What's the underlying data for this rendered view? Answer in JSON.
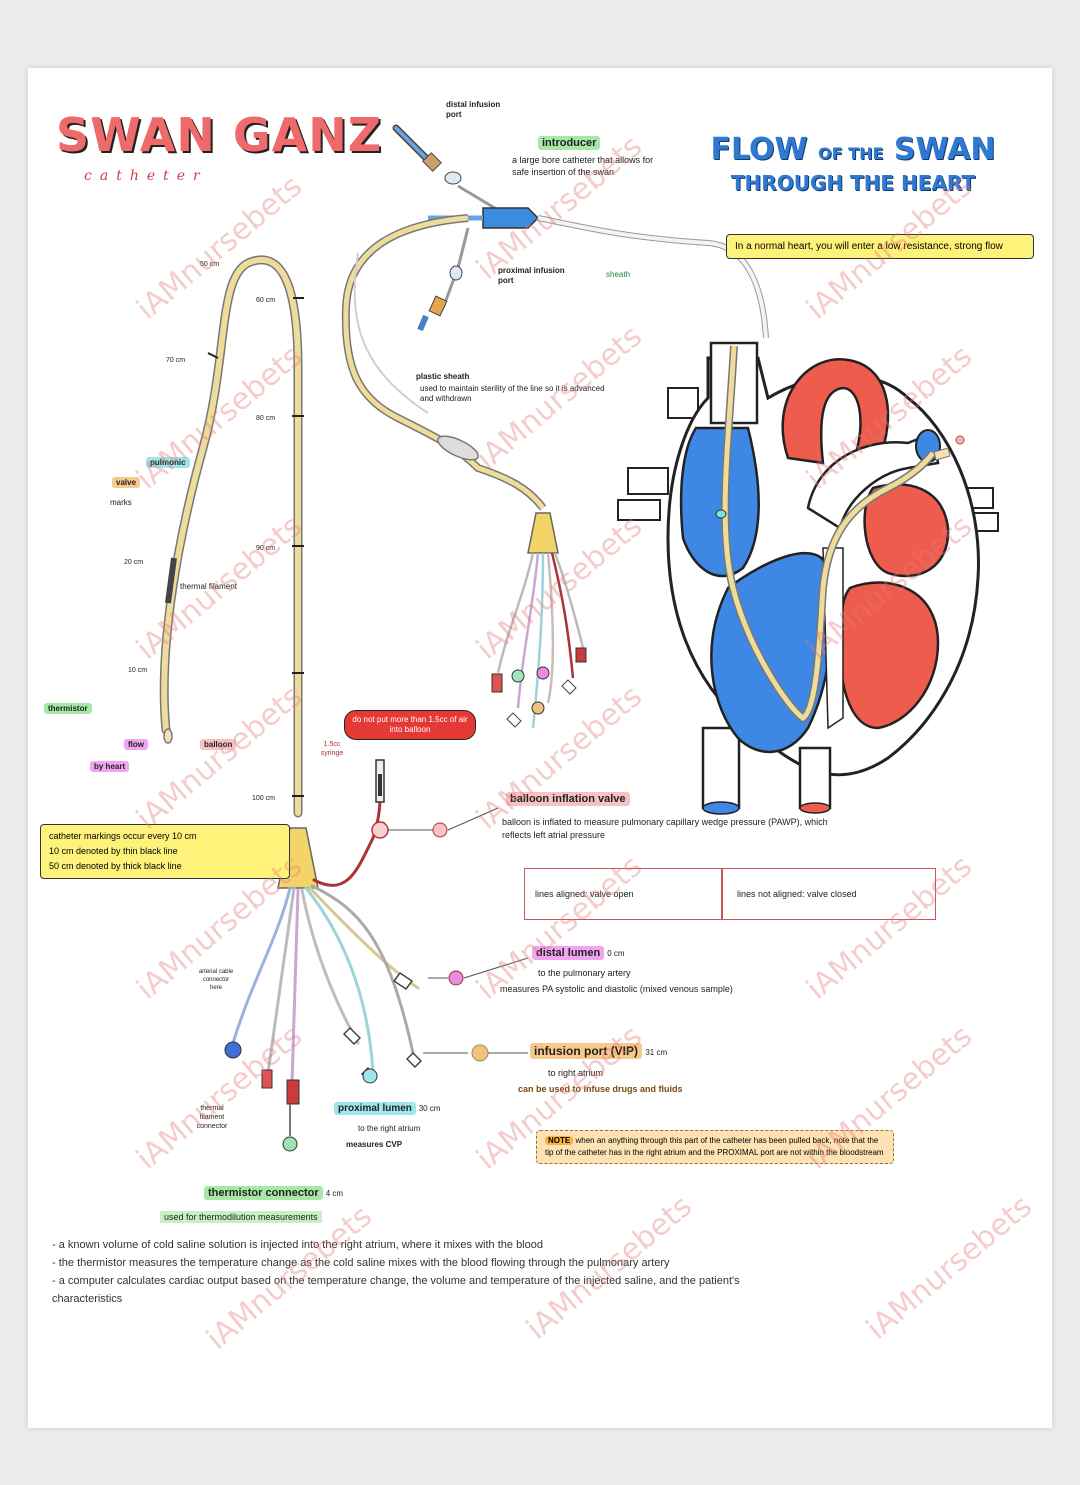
{
  "title": {
    "main": "SWAN GANZ",
    "sub": "catheter"
  },
  "flow": {
    "line1_big": "FLOW",
    "line1_small": "OF THE",
    "line1_end": "SWAN",
    "line2": "THROUGH THE HEART",
    "note": "In a normal heart, you will enter a low resistance, strong flow"
  },
  "introducer": {
    "label": "introducer",
    "desc": "a large bore catheter that allows for safe insertion of the swan",
    "distal_port": "distal infusion port",
    "proximal_port": "proximal infusion port",
    "sheath": "sheath"
  },
  "sleeve": {
    "label": "plastic sheath",
    "desc": "used to maintain sterility of the line so it is advanced and withdrawn"
  },
  "markings": [
    "50 cm",
    "60 cm",
    "70 cm",
    "80 cm",
    "90 cm",
    "100 cm"
  ],
  "left_labels": {
    "pulmonic": "pulmonic",
    "valve": "valve",
    "marks": "marks",
    "cm20": "20 cm",
    "thermal": "thermal filament",
    "cm10": "10 cm",
    "thermistor": "thermistor",
    "flow_label": "flow",
    "by_heart": "by heart",
    "balloon": "balloon"
  },
  "markings_box": {
    "line1": "catheter markings occur every 10 cm",
    "line2": "10 cm denoted by thin black line",
    "line3": "50 cm denoted by thick black line"
  },
  "balloon_warning": "do not put more than 1.5cc of air into balloon",
  "syringe_label": "1.5cc syringe",
  "balloon_valve": {
    "title": "balloon inflation valve",
    "desc": "balloon is inflated to measure pulmonary capillary wedge pressure (PAWP), which reflects left atrial pressure",
    "cell1": "lines aligned: valve open",
    "cell2": "lines not aligned: valve closed"
  },
  "distal_lumen": {
    "title": "distal lumen",
    "suffix": "0 cm",
    "line1": "to the pulmonary artery",
    "line2": "measures PA systolic and diastolic (mixed venous sample)"
  },
  "infusion_port": {
    "title": "infusion port (VIP)",
    "suffix": "31 cm",
    "line1": "to right atrium",
    "line2": "can be used to infuse drugs and fluids"
  },
  "note_box": {
    "label": "NOTE",
    "text": "when an anything through this part of the catheter has been pulled back, note that the tip of the catheter has in the right atrium and the PROXIMAL port are not within the bloodstream"
  },
  "proximal_lumen": {
    "title": "proximal lumen",
    "suffix": "30 cm",
    "line1": "to the right atrium",
    "line2": "measures CVP"
  },
  "small_labels": {
    "arterial": "arterial cable connector here",
    "thermal": "thermal filament connector"
  },
  "thermistor": {
    "title": "thermistor connector",
    "suffix": "4 cm",
    "subtitle": "used for thermodilution measurements"
  },
  "bullets": [
    "a known volume of cold saline solution is injected into the right atrium, where it mixes with the blood",
    "the thermistor measures the temperature change as the cold saline mixes with the blood flowing through the pulmonary artery",
    "a computer calculates cardiac output based on the temperature change, the volume and temperature of the injected saline, and the patient's characteristics"
  ],
  "watermark": "iAMnursebets",
  "colors": {
    "catheter": "#eedc9a",
    "heart_red": "#ee5c4e",
    "heart_blue": "#3e87e4",
    "green_hl": "#a6e8a6",
    "yellow_box": "#fff27a",
    "red_pill": "#e53935",
    "orange_hl": "#f8c98a",
    "pink_hl": "#f0a4f2",
    "teal_hl": "#9fe6ea"
  }
}
